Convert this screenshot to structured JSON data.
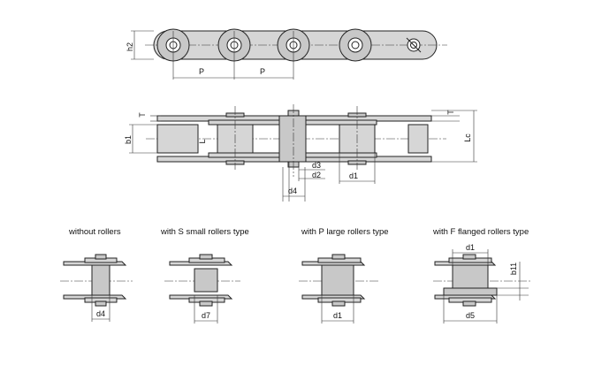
{
  "top_view": {
    "label_h2": "h2",
    "label_p1": "P",
    "label_p2": "P"
  },
  "side_view": {
    "label_t_left": "T",
    "label_t_right": "T",
    "label_b1": "b1",
    "label_lc": "Lc",
    "label_l": "L",
    "label_d3": "d3",
    "label_d2": "d2",
    "label_d4": "d4",
    "label_d1": "d1"
  },
  "types": [
    {
      "caption": "without rollers",
      "dim": "d4"
    },
    {
      "caption": "with S small  rollers type",
      "dim": "d7"
    },
    {
      "caption": "with P large rollers type",
      "dim": "d1"
    },
    {
      "caption": "with F flanged rollers type",
      "dim_top": "d1",
      "dim_side": "b11",
      "dim_bottom": "d5"
    }
  ]
}
